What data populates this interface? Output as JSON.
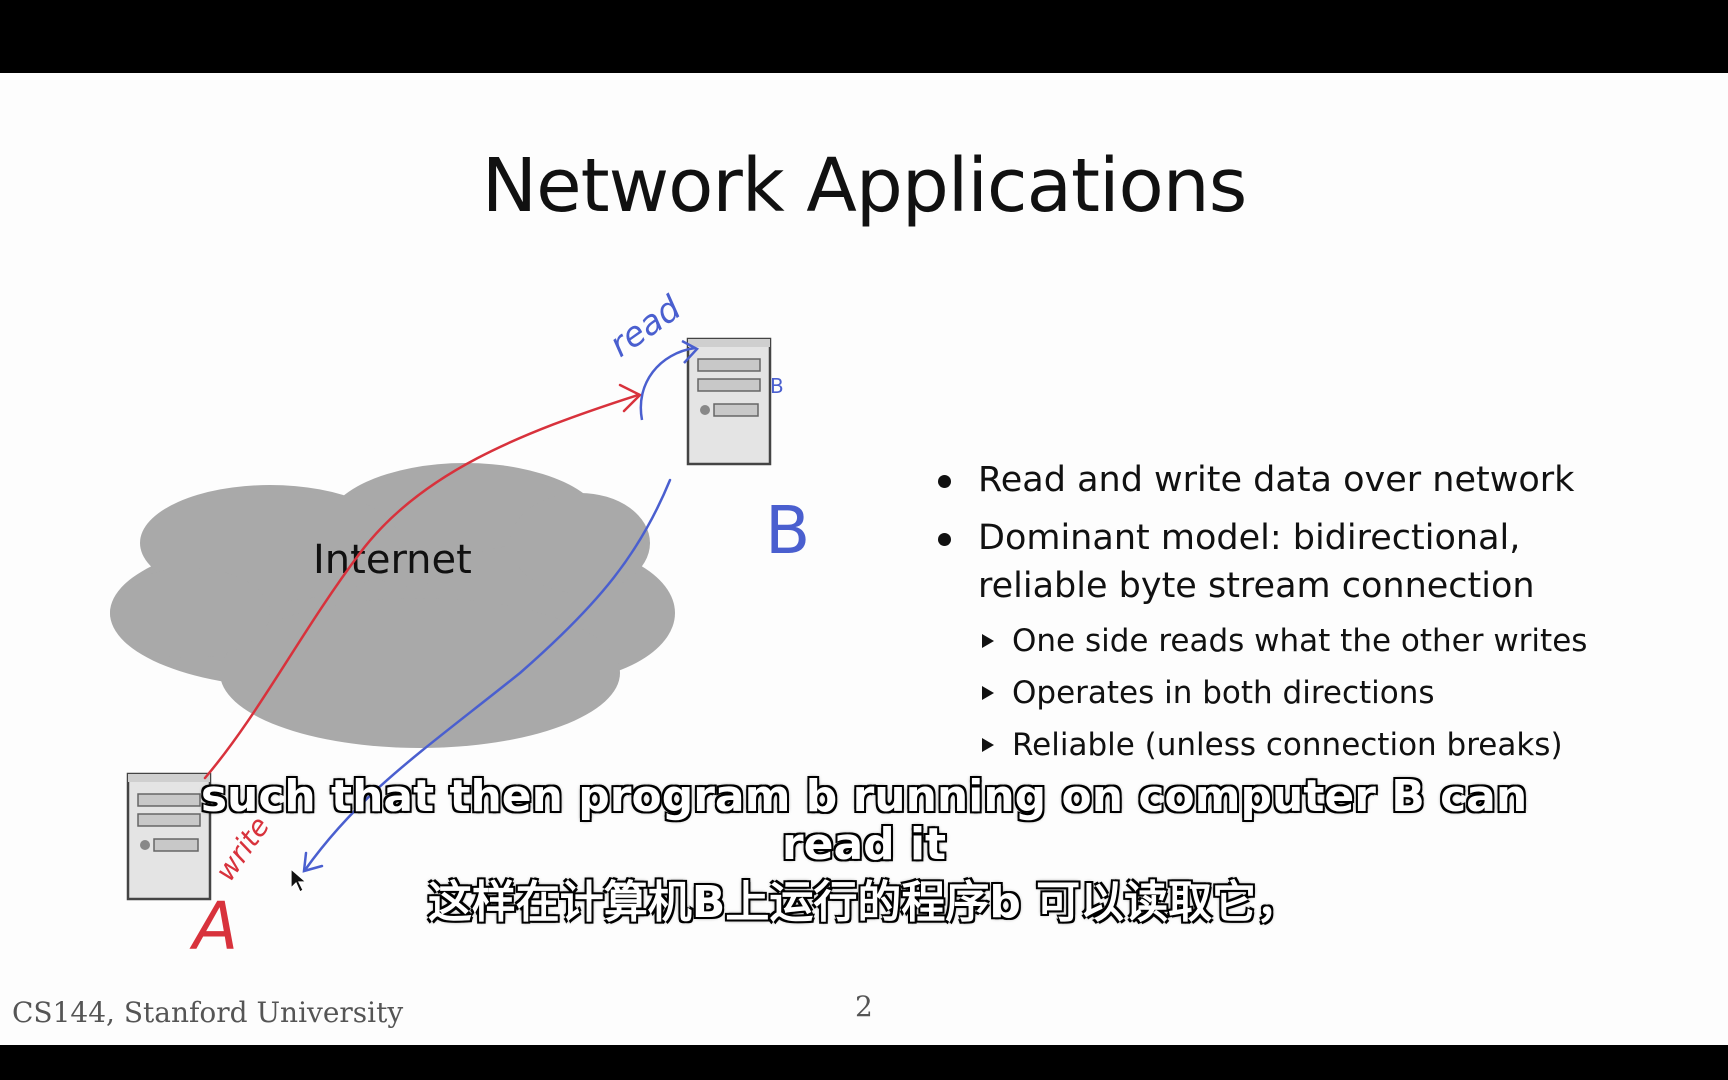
{
  "slide": {
    "title": "Network Applications",
    "cloud_label": "Internet",
    "host_a_label": "A",
    "host_b_label": "B",
    "host_b_small_label": "B",
    "annotation_read": "read",
    "annotation_write": "write",
    "bullets": [
      "Read and write data over network",
      "Dominant model: bidirectional, reliable byte stream connection"
    ],
    "sub_bullets": [
      "One side reads what the other writes",
      "Operates in both directions",
      "Reliable (unless connection breaks)"
    ],
    "footer_left": "CS144, Stanford University",
    "page_number": "2"
  },
  "captions": {
    "english": "such that then program b running on computer B can read it",
    "chinese": "这样在计算机B上运行的程序b 可以读取它，"
  },
  "colors": {
    "cloud": "#a9a9a9",
    "arrow_red": "#d8323c",
    "arrow_blue": "#4a5fcf",
    "server_body": "#e4e4e4",
    "server_border": "#444444"
  },
  "icons": {
    "server_a": "server-icon",
    "server_b": "server-icon",
    "cursor": "mouse-pointer-icon"
  }
}
